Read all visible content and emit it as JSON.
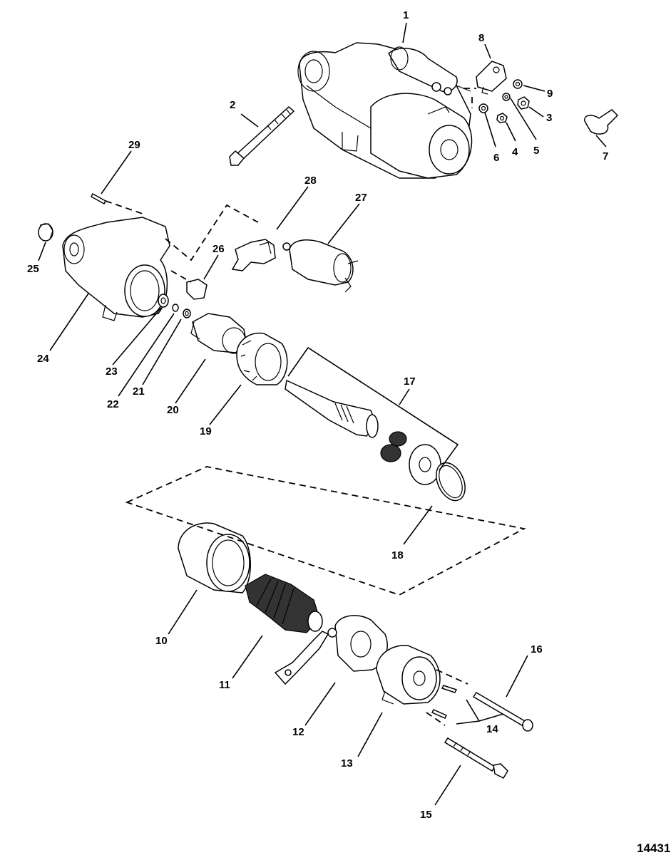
{
  "diagram": {
    "figure_code": "14431",
    "callouts": [
      "1",
      "2",
      "3",
      "4",
      "5",
      "6",
      "7",
      "8",
      "9",
      "10",
      "11",
      "12",
      "13",
      "14",
      "15",
      "16",
      "17",
      "18",
      "19",
      "20",
      "21",
      "22",
      "23",
      "24",
      "25",
      "26",
      "27",
      "28",
      "29"
    ]
  }
}
